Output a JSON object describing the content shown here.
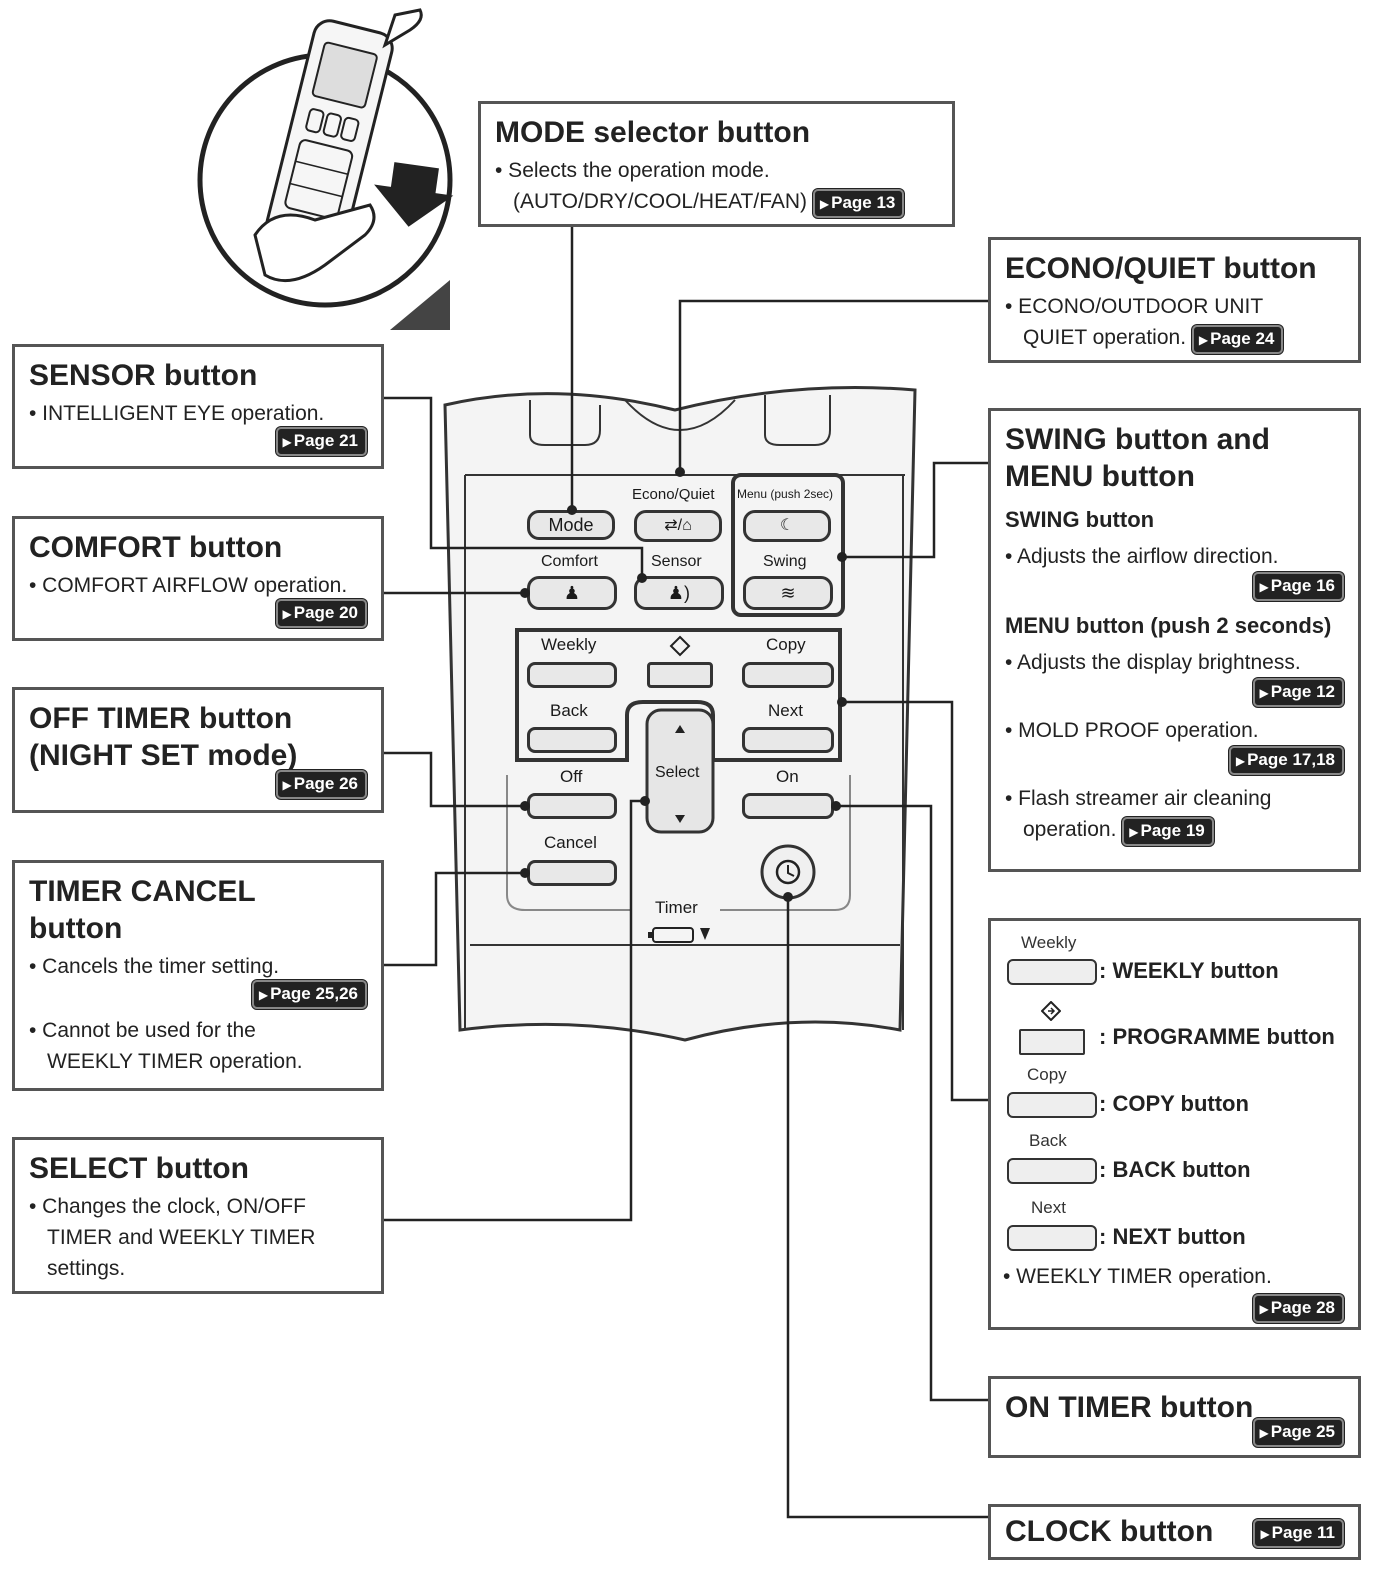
{
  "remote": {
    "mode": "Mode",
    "econo_quiet": "Econo/Quiet",
    "menu_push": "Menu (push 2sec)",
    "comfort": "Comfort",
    "sensor": "Sensor",
    "swing": "Swing",
    "weekly": "Weekly",
    "copy": "Copy",
    "back": "Back",
    "next": "Next",
    "select": "Select",
    "off": "Off",
    "on": "On",
    "cancel": "Cancel",
    "timer": "Timer"
  },
  "callouts": {
    "mode": {
      "title": "MODE selector button",
      "text1": "• Selects the operation mode.",
      "text2": "(AUTO/DRY/COOL/HEAT/FAN)",
      "page": "Page 13"
    },
    "econo": {
      "title": "ECONO/QUIET button",
      "text1": "• ECONO/OUTDOOR UNIT",
      "text2": "QUIET operation.",
      "page": "Page 24"
    },
    "sensor": {
      "title": "SENSOR button",
      "text1": "• INTELLIGENT EYE operation.",
      "page": "Page 21"
    },
    "comfort": {
      "title": "COMFORT button",
      "text1": "• COMFORT AIRFLOW operation.",
      "page": "Page 20"
    },
    "offtimer": {
      "title": "OFF TIMER button",
      "title2": "(NIGHT SET mode)",
      "page": "Page 26"
    },
    "timercancel": {
      "title": "TIMER CANCEL",
      "title2": "button",
      "text1": "• Cancels the timer setting.",
      "page": "Page 25,26",
      "text2": "• Cannot be used for the",
      "text3": "WEEKLY TIMER operation."
    },
    "select": {
      "title": "SELECT button",
      "text1": "• Changes the clock, ON/OFF",
      "text2": "TIMER and WEEKLY TIMER",
      "text3": "settings."
    },
    "swing": {
      "title": "SWING button and",
      "title2": "MENU button",
      "sub1": "SWING button",
      "text1": "• Adjusts the airflow direction.",
      "page1": "Page 16",
      "sub2": "MENU button (push 2 seconds)",
      "text2": "• Adjusts the display brightness.",
      "page2": "Page 12",
      "text3": "• MOLD PROOF operation.",
      "page3": "Page 17,18",
      "text4": "• Flash streamer air cleaning",
      "text5": "operation.",
      "page4": "Page 19"
    },
    "weekly": {
      "weekly_small": "Weekly",
      "weekly": ": WEEKLY button",
      "programme": ": PROGRAMME button",
      "copy_small": "Copy",
      "copy": ": COPY button",
      "back_small": "Back",
      "back": ": BACK button",
      "next_small": "Next",
      "next": ": NEXT button",
      "text1": "• WEEKLY TIMER operation.",
      "page": "Page 28"
    },
    "ontimer": {
      "title": "ON TIMER button",
      "page": "Page 25"
    },
    "clock": {
      "title": "CLOCK button",
      "page": "Page 11"
    }
  }
}
